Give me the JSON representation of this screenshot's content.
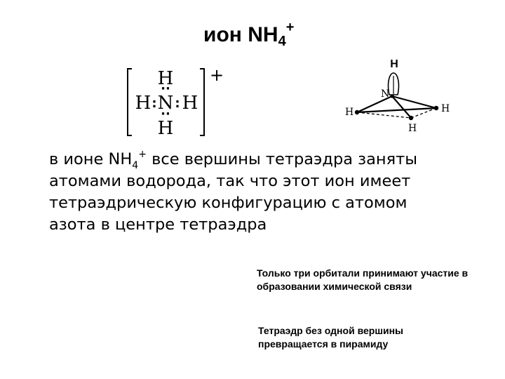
{
  "title": {
    "prefix": "ион NH",
    "subscript": "4",
    "superscript": "+"
  },
  "lewis_structure": {
    "atoms": [
      "H",
      "H",
      "N",
      "H",
      "H"
    ],
    "charge": "+",
    "lone_pair_marks": [
      "··",
      "··",
      ":",
      ":"
    ]
  },
  "pyramid": {
    "top_label": "H",
    "n_label": "N",
    "left_label": "H",
    "right_label": "H",
    "bottom_label": "H"
  },
  "main_text": {
    "line1_part1": "в ионе NH",
    "line1_sub": "4",
    "line1_sup": "+",
    "line1_part2": " все вершины тетраэдра заняты",
    "line2": "атомами водорода, так что этот ион имеет",
    "line3": "тетраэдрическую конфигурацию с атомом",
    "line4": "азота в центре тетраэдра"
  },
  "note1": {
    "line1": "Только три орбитали принимают участие в",
    "line2": "образовании химической связи"
  },
  "note2": {
    "line1": "Тетраэдр без одной вершины",
    "line2": "превращается в пирамиду"
  }
}
